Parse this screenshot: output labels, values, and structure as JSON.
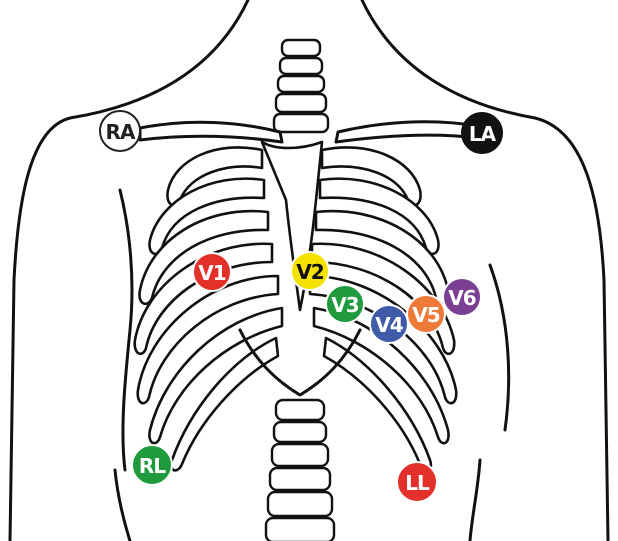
{
  "electrodes": [
    {
      "id": "ra",
      "label": "RA",
      "fill": "#ffffff",
      "stroke": "#222222",
      "text": "#222222"
    },
    {
      "id": "la",
      "label": "LA",
      "fill": "#111111",
      "stroke": "#111111",
      "text": "#ffffff"
    },
    {
      "id": "v1",
      "label": "V1",
      "fill": "#e3302b",
      "stroke": "#ffffff",
      "text": "#ffffff"
    },
    {
      "id": "v2",
      "label": "V2",
      "fill": "#f6e200",
      "stroke": "#ffffff",
      "text": "#111111"
    },
    {
      "id": "v3",
      "label": "V3",
      "fill": "#1f9a3c",
      "stroke": "#ffffff",
      "text": "#ffffff"
    },
    {
      "id": "v4",
      "label": "V4",
      "fill": "#3f5ba8",
      "stroke": "#ffffff",
      "text": "#ffffff"
    },
    {
      "id": "v5",
      "label": "V5",
      "fill": "#ee7a3a",
      "stroke": "#ffffff",
      "text": "#ffffff"
    },
    {
      "id": "v6",
      "label": "V6",
      "fill": "#7a3f93",
      "stroke": "#ffffff",
      "text": "#ffffff"
    },
    {
      "id": "rl",
      "label": "RL",
      "fill": "#1f9a3c",
      "stroke": "#ffffff",
      "text": "#ffffff"
    },
    {
      "id": "ll",
      "label": "LL",
      "fill": "#e3302b",
      "stroke": "#ffffff",
      "text": "#ffffff"
    }
  ]
}
